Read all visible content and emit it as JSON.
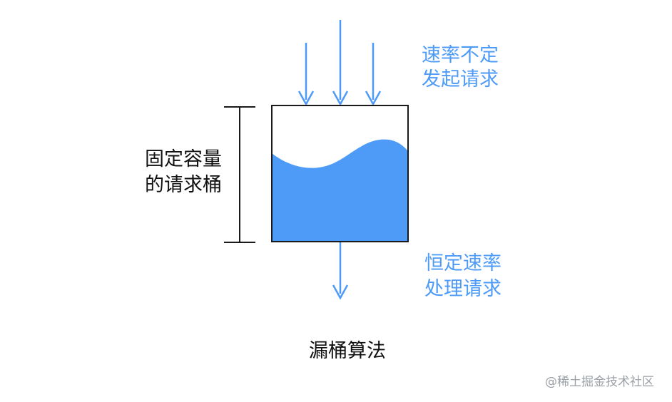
{
  "labels": {
    "incoming_line1": "速率不定",
    "incoming_line2": "发起请求",
    "bucket_line1": "固定容量",
    "bucket_line2": "的请求桶",
    "outgoing_line1": "恒定速率",
    "outgoing_line2": "处理请求",
    "title": "漏桶算法",
    "watermark": "@稀土掘金技术社区"
  },
  "colors": {
    "accent": "#4d9bf7",
    "water": "#4d9bf7",
    "stroke": "#1a1a1a",
    "text": "#111111",
    "watermark": "#9aa0a6"
  }
}
